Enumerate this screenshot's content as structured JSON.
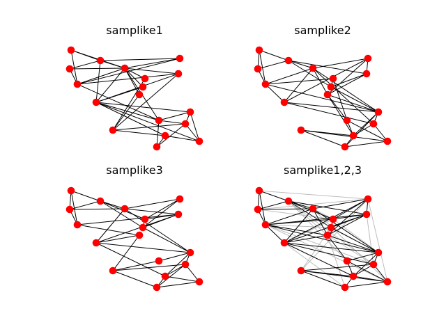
{
  "colors": {
    "node": "#ff0000",
    "edge": "#000000",
    "faded_edge": "#bdbdbd",
    "background": "#ffffff"
  },
  "panels": [
    {
      "title": "samplike1",
      "node_color_key": "node",
      "edge_sets": [
        {
          "color_key": "edge",
          "edges": [
            [
              0,
              2
            ],
            [
              0,
              4
            ],
            [
              0,
              5
            ],
            [
              1,
              2
            ],
            [
              1,
              4
            ],
            [
              2,
              5
            ],
            [
              2,
              3
            ],
            [
              2,
              10
            ],
            [
              3,
              5
            ],
            [
              3,
              4
            ],
            [
              4,
              5
            ],
            [
              4,
              11
            ],
            [
              4,
              7
            ],
            [
              5,
              11
            ],
            [
              5,
              10
            ],
            [
              5,
              9
            ],
            [
              5,
              6
            ],
            [
              5,
              8
            ],
            [
              5,
              7
            ],
            [
              6,
              13
            ],
            [
              7,
              10
            ],
            [
              7,
              13
            ],
            [
              8,
              10
            ],
            [
              9,
              13
            ],
            [
              10,
              11
            ],
            [
              10,
              12
            ],
            [
              10,
              16
            ],
            [
              10,
              15
            ],
            [
              11,
              12
            ],
            [
              11,
              14
            ],
            [
              11,
              17
            ],
            [
              12,
              16
            ],
            [
              12,
              14
            ],
            [
              13,
              14
            ],
            [
              13,
              15
            ],
            [
              14,
              16
            ],
            [
              15,
              17
            ],
            [
              15,
              16
            ],
            [
              17,
              14
            ],
            [
              1,
              5
            ]
          ]
        }
      ]
    },
    {
      "title": "samplike2",
      "node_color_key": "node",
      "edge_sets": [
        {
          "color_key": "edge",
          "edges": [
            [
              0,
              1
            ],
            [
              0,
              2
            ],
            [
              0,
              4
            ],
            [
              1,
              2
            ],
            [
              1,
              4
            ],
            [
              2,
              5
            ],
            [
              2,
              7
            ],
            [
              2,
              8
            ],
            [
              3,
              5
            ],
            [
              3,
              7
            ],
            [
              3,
              9
            ],
            [
              4,
              5
            ],
            [
              4,
              6
            ],
            [
              4,
              10
            ],
            [
              4,
              12
            ],
            [
              5,
              9
            ],
            [
              5,
              14
            ],
            [
              5,
              10
            ],
            [
              5,
              12
            ],
            [
              6,
              8
            ],
            [
              6,
              11
            ],
            [
              7,
              8
            ],
            [
              7,
              9
            ],
            [
              8,
              12
            ],
            [
              9,
              11
            ],
            [
              9,
              12
            ],
            [
              9,
              15
            ],
            [
              10,
              14
            ],
            [
              10,
              12
            ],
            [
              11,
              16
            ],
            [
              11,
              15
            ],
            [
              12,
              15
            ],
            [
              12,
              14
            ],
            [
              13,
              15
            ],
            [
              13,
              16
            ],
            [
              14,
              16
            ],
            [
              14,
              15
            ],
            [
              16,
              17
            ],
            [
              15,
              17
            ],
            [
              13,
              17
            ],
            [
              3,
              10
            ],
            [
              12,
              17
            ]
          ]
        }
      ]
    },
    {
      "title": "samplike3",
      "node_color_key": "node",
      "edge_sets": [
        {
          "color_key": "edge",
          "edges": [
            [
              0,
              1
            ],
            [
              0,
              2
            ],
            [
              0,
              4
            ],
            [
              1,
              5
            ],
            [
              1,
              2
            ],
            [
              1,
              4
            ],
            [
              2,
              5
            ],
            [
              2,
              6
            ],
            [
              2,
              8
            ],
            [
              3,
              5
            ],
            [
              3,
              6
            ],
            [
              4,
              9
            ],
            [
              4,
              7
            ],
            [
              5,
              10
            ],
            [
              5,
              7
            ],
            [
              5,
              12
            ],
            [
              6,
              8
            ],
            [
              6,
              7
            ],
            [
              7,
              8
            ],
            [
              7,
              10
            ],
            [
              8,
              12
            ],
            [
              9,
              10
            ],
            [
              10,
              12
            ],
            [
              10,
              15
            ],
            [
              11,
              12
            ],
            [
              11,
              13
            ],
            [
              12,
              14
            ],
            [
              12,
              15
            ],
            [
              13,
              14
            ],
            [
              13,
              17
            ],
            [
              14,
              15
            ],
            [
              14,
              16
            ],
            [
              15,
              16
            ],
            [
              15,
              17
            ],
            [
              16,
              17
            ],
            [
              14,
              17
            ],
            [
              9,
              13
            ],
            [
              3,
              8
            ]
          ]
        }
      ]
    },
    {
      "title": "samplike1,2,3",
      "node_color_key": "node",
      "edge_sets": [
        {
          "color_key": "faded_edge",
          "edges": [
            [
              0,
              3
            ],
            [
              1,
              3
            ],
            [
              2,
              9
            ],
            [
              2,
              11
            ],
            [
              3,
              10
            ],
            [
              3,
              13
            ],
            [
              4,
              8
            ],
            [
              4,
              14
            ],
            [
              5,
              16
            ],
            [
              6,
              5
            ],
            [
              6,
              12
            ],
            [
              7,
              14
            ],
            [
              8,
              13
            ],
            [
              9,
              14
            ],
            [
              10,
              17
            ],
            [
              11,
              15
            ],
            [
              3,
              16
            ],
            [
              1,
              6
            ],
            [
              6,
              10
            ],
            [
              9,
              17
            ],
            [
              2,
              14
            ],
            [
              4,
              16
            ]
          ]
        },
        {
          "color_key": "edge",
          "edges": [
            [
              0,
              1
            ],
            [
              0,
              2
            ],
            [
              0,
              4
            ],
            [
              1,
              2
            ],
            [
              1,
              4
            ],
            [
              1,
              5
            ],
            [
              2,
              5
            ],
            [
              2,
              6
            ],
            [
              2,
              7
            ],
            [
              2,
              8
            ],
            [
              3,
              5
            ],
            [
              3,
              6
            ],
            [
              3,
              7
            ],
            [
              3,
              9
            ],
            [
              4,
              5
            ],
            [
              4,
              6
            ],
            [
              4,
              7
            ],
            [
              4,
              9
            ],
            [
              4,
              10
            ],
            [
              4,
              12
            ],
            [
              5,
              9
            ],
            [
              5,
              10
            ],
            [
              5,
              12
            ],
            [
              6,
              7
            ],
            [
              6,
              8
            ],
            [
              7,
              8
            ],
            [
              7,
              9
            ],
            [
              7,
              10
            ],
            [
              8,
              12
            ],
            [
              9,
              10
            ],
            [
              9,
              11
            ],
            [
              9,
              12
            ],
            [
              10,
              12
            ],
            [
              10,
              14
            ],
            [
              10,
              15
            ],
            [
              11,
              12
            ],
            [
              11,
              15
            ],
            [
              11,
              16
            ],
            [
              12,
              14
            ],
            [
              12,
              15
            ],
            [
              13,
              14
            ],
            [
              13,
              15
            ],
            [
              13,
              16
            ],
            [
              13,
              17
            ],
            [
              14,
              15
            ],
            [
              14,
              16
            ],
            [
              15,
              16
            ],
            [
              15,
              17
            ],
            [
              16,
              17
            ],
            [
              3,
              10
            ]
          ]
        }
      ]
    }
  ]
}
